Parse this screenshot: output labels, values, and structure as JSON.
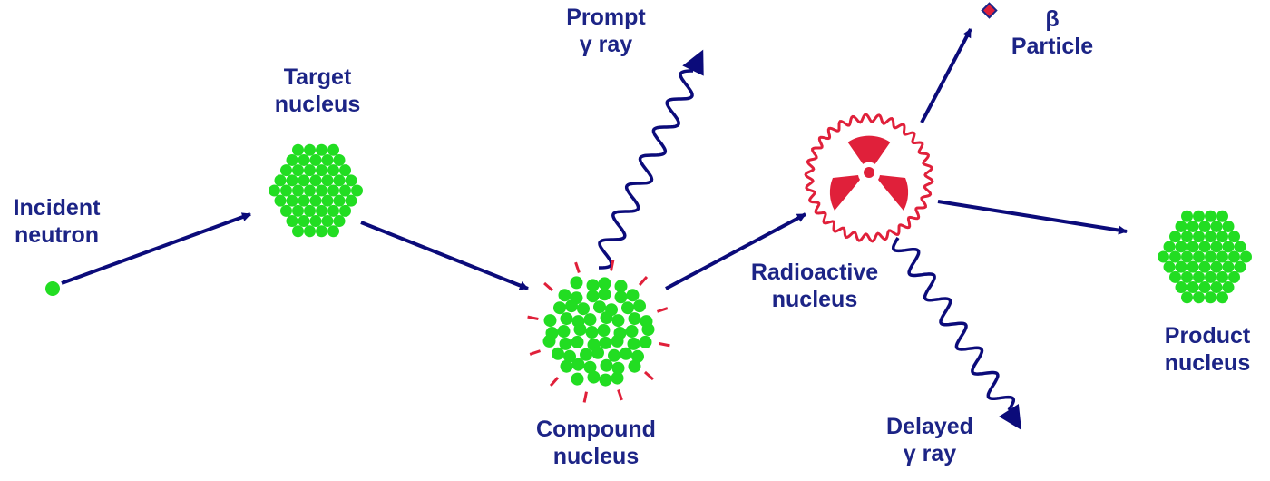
{
  "colors": {
    "label": "#1c2486",
    "arrow": "#0b0b7a",
    "nucleon": "#22dd22",
    "radiation": "#e0203a",
    "particle_fill": "#e0203a",
    "particle_border": "#1c2486"
  },
  "labels": {
    "incident_neutron": {
      "line1": "Incident",
      "line2": "neutron"
    },
    "target_nucleus": {
      "line1": "Target",
      "line2": "nucleus"
    },
    "compound_nucleus": {
      "line1": "Compound",
      "line2": "nucleus"
    },
    "prompt_gamma": {
      "line1": "Prompt",
      "line2": "γ ray"
    },
    "radioactive_nucleus": {
      "line1": "Radioactive",
      "line2": "nucleus"
    },
    "beta_particle": {
      "line1": "β",
      "line2": "Particle"
    },
    "delayed_gamma": {
      "line1": "Delayed",
      "line2": "γ ray"
    },
    "product_nucleus": {
      "line1": "Product",
      "line2": "nucleus"
    }
  },
  "icons": {
    "incident_neutron": "neutron-dot-icon",
    "target_nucleus": "nucleus-cluster-icon",
    "compound_nucleus": "excited-nucleus-icon",
    "radioactive_nucleus": "radiation-trefoil-icon",
    "product_nucleus": "nucleus-cluster-icon",
    "beta_particle": "beta-particle-dot-icon"
  }
}
